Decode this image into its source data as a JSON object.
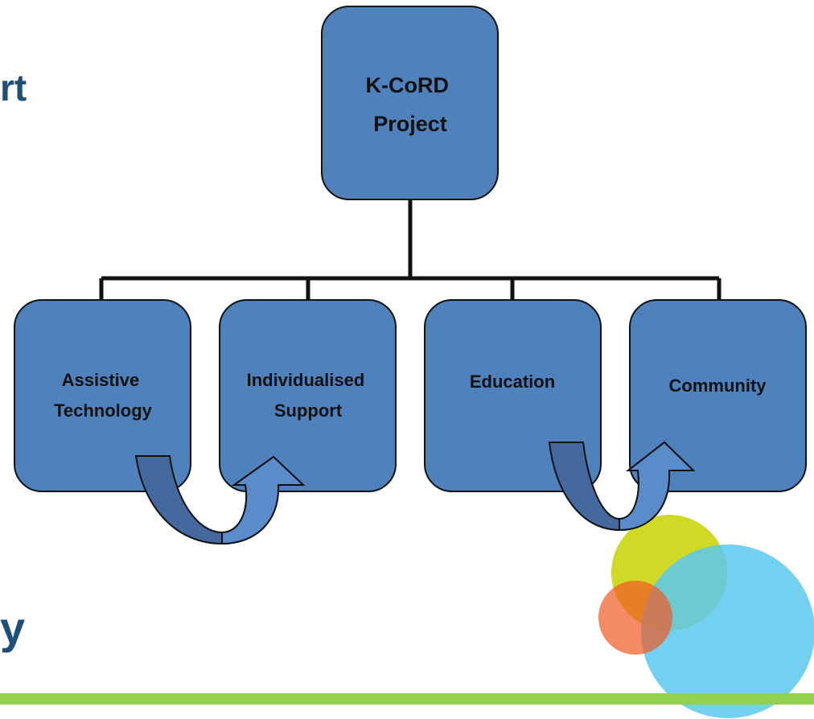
{
  "slide_fragments": {
    "top": "rt",
    "bottom": "y"
  },
  "root": {
    "lines": [
      "K-CoRD",
      "Project"
    ]
  },
  "children": [
    {
      "lines": [
        "Assistive",
        "Technology"
      ]
    },
    {
      "lines": [
        "Individualised",
        "Support"
      ]
    },
    {
      "lines": [
        "Education"
      ]
    },
    {
      "lines": [
        "Community"
      ]
    }
  ],
  "colors": {
    "box_fill": "#4f81bd",
    "box_stroke": "#111111",
    "arrow_fill": "#44699f",
    "arrow_light": "#5a8ccc",
    "heading": "#1f4e79",
    "footer_bar": "#92d050",
    "circle_green": "#c8d400",
    "circle_blue": "#5bc8ee",
    "circle_orange": "#f15a24"
  }
}
